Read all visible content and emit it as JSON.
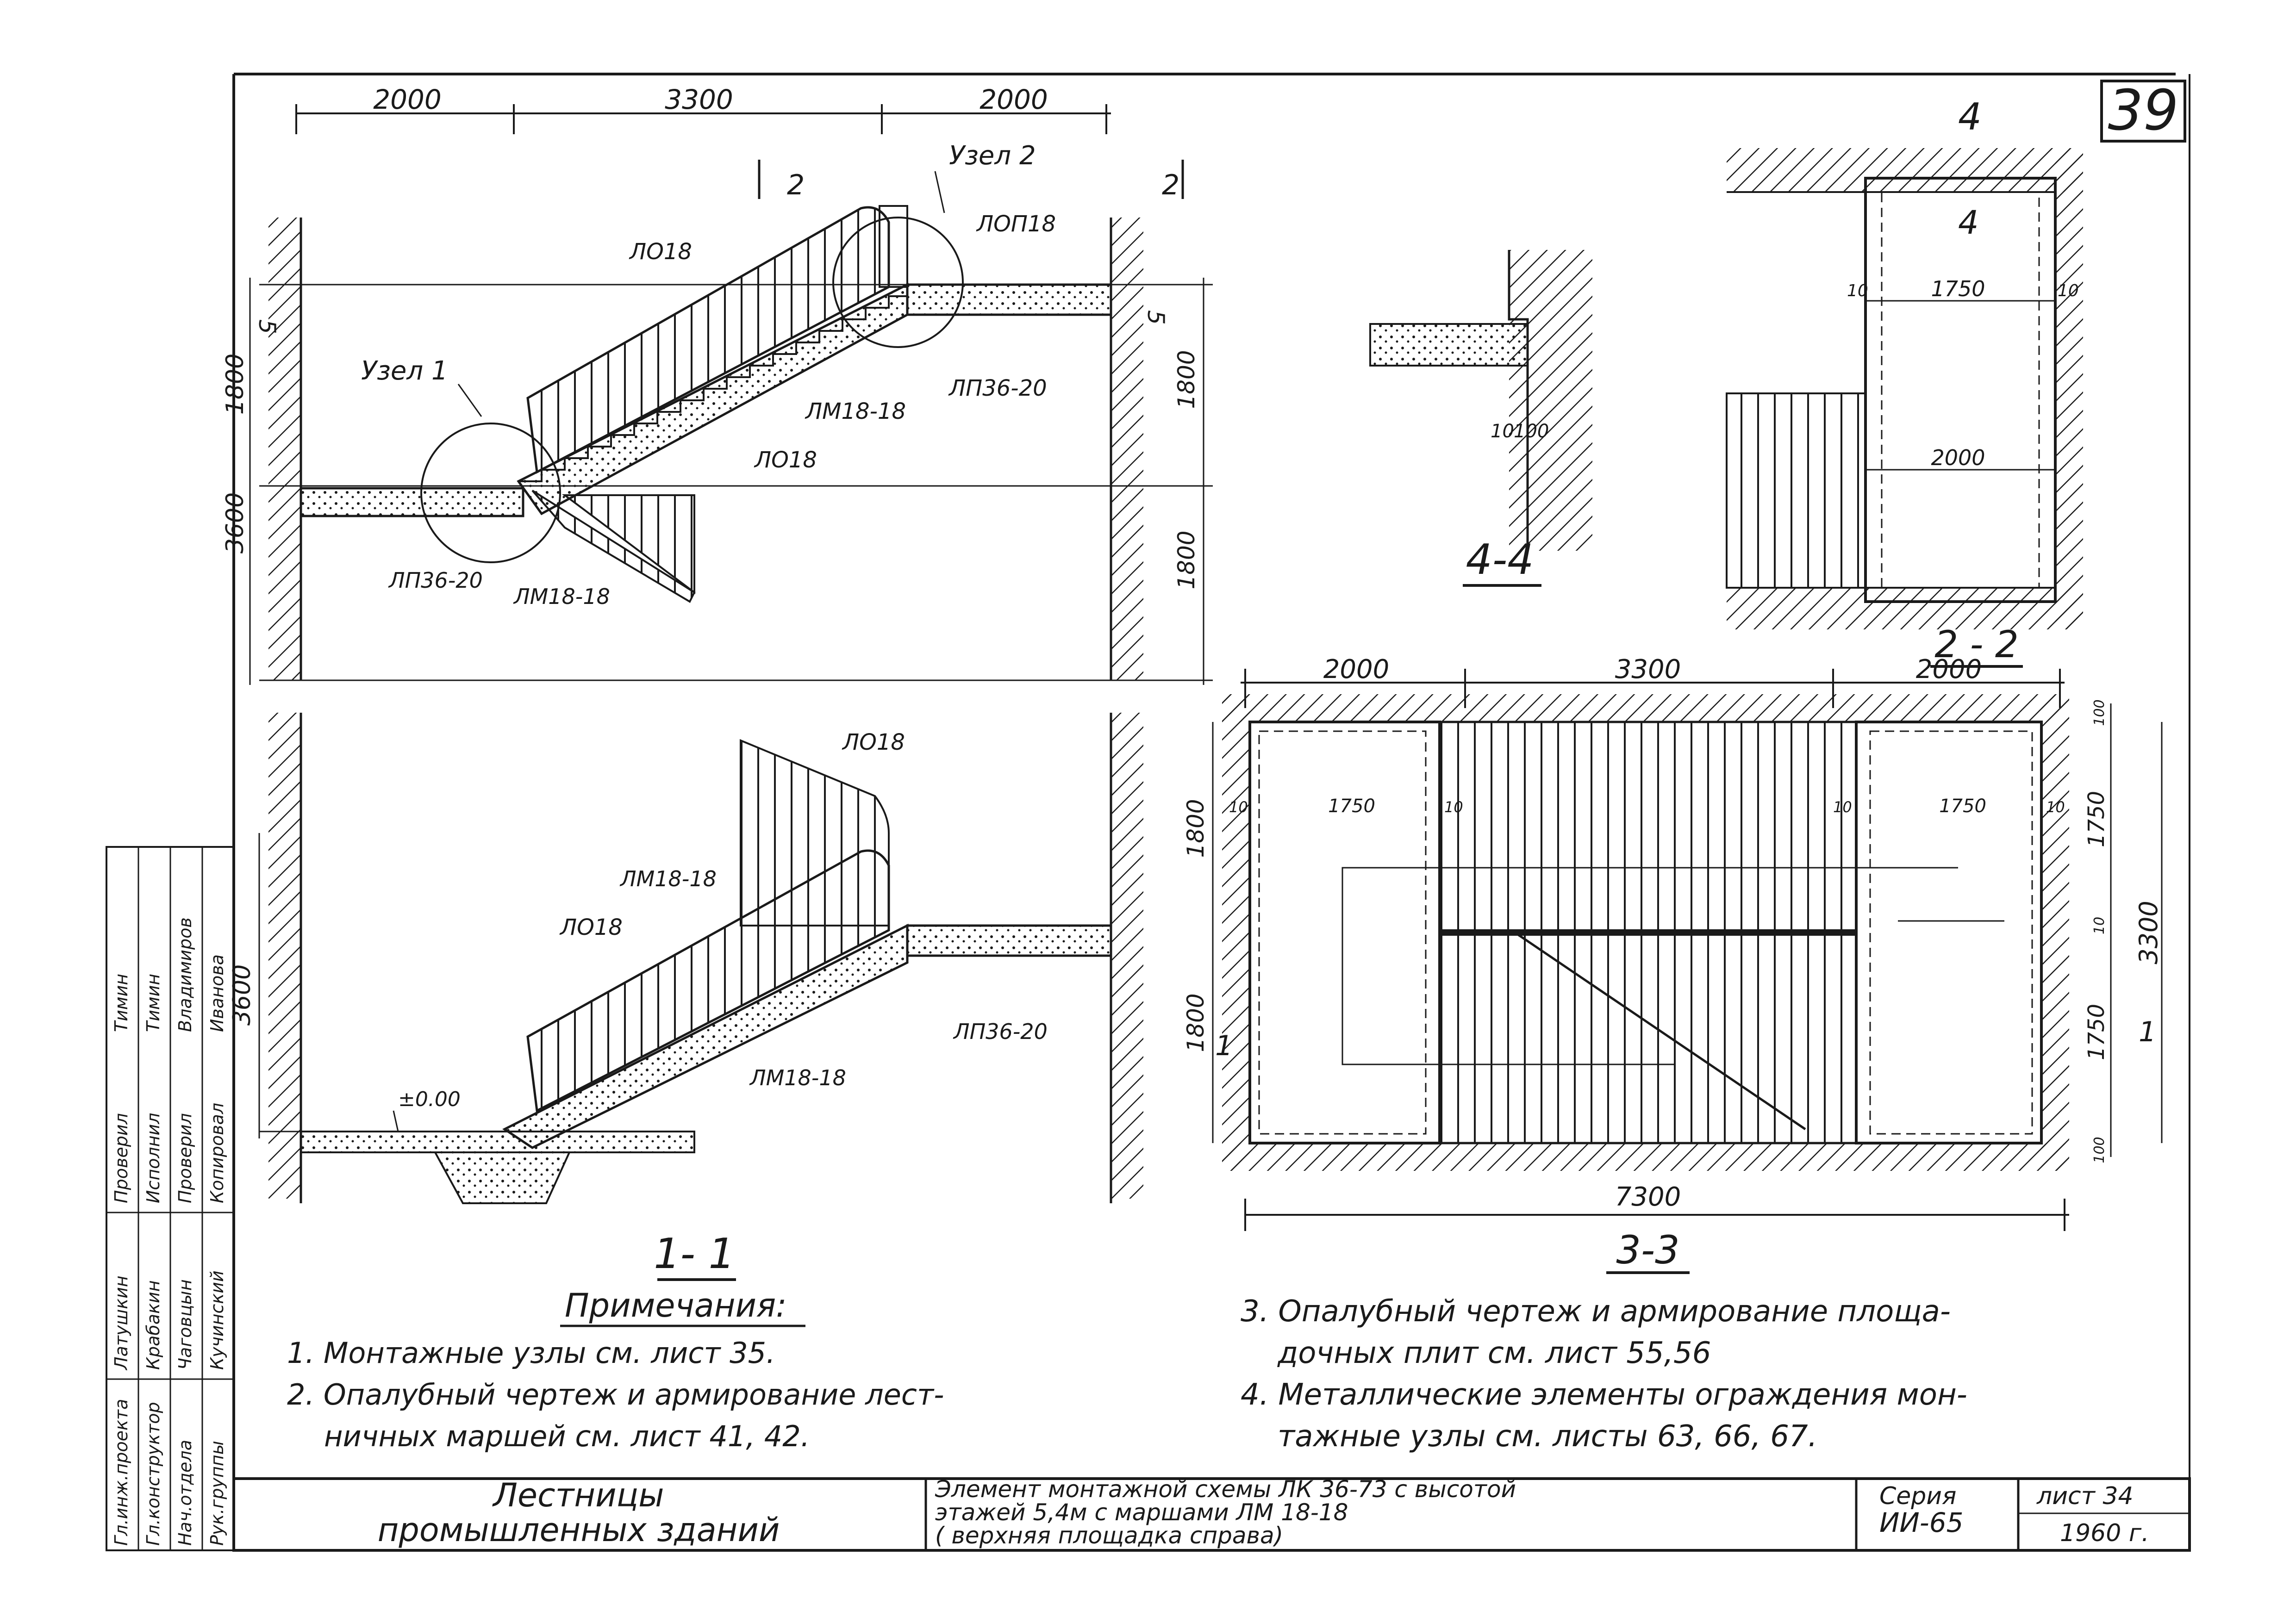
{
  "sheet": {
    "number": "39"
  },
  "section_1_1": {
    "title": "1- 1",
    "dims_top": [
      "2000",
      "3300",
      "2000"
    ],
    "section_mark": "2",
    "dims_left": [
      "1800",
      "3600"
    ],
    "dims_right": [
      "1800",
      "1800"
    ],
    "mark_5": "5",
    "node1": "Узел 1",
    "node2": "Узел 2",
    "labels": [
      "ЛО18",
      "ЛОП18",
      "ЛМ18-18",
      "ЛП36-20",
      "ЛО18",
      "ЛП36-20",
      "ЛМ18-18"
    ],
    "lower_labels": [
      "ЛО18",
      "ЛМ18-18",
      "ЛО18",
      "ЛП36-20",
      "ЛМ18-18"
    ],
    "lower_height": "3600",
    "zero_level": "±0.00"
  },
  "section_4_4": {
    "title": "4-4",
    "dims": [
      "10",
      "100"
    ]
  },
  "section_2_2": {
    "title": "2 - 2",
    "mark": "4",
    "dims": [
      "1750",
      "2000",
      "10",
      "10"
    ]
  },
  "plan_3_3": {
    "title": "3-3",
    "dims_top": [
      "2000",
      "3300",
      "2000"
    ],
    "dims_inner": [
      "1750",
      "1750"
    ],
    "small": [
      "10",
      "10",
      "10",
      "10"
    ],
    "dims_left": [
      "1800",
      "1800"
    ],
    "dims_right": [
      "100",
      "1750",
      "10",
      "1750",
      "100"
    ],
    "overall_right": "3300",
    "overall_bottom": "7300",
    "cut_mark": "1"
  },
  "notes": {
    "heading": "Примечания:",
    "items": [
      "1. Монтажные узлы  см. лист 35.",
      "2. Опалубный  чертеж и армирование лест-",
      "ничных маршей см. лист 41, 42.",
      "3. Опалубный  чертеж и армирование площа-",
      "дочных плит см. лист 55,56",
      "4. Металлические элементы ограждения мон-",
      "тажные узлы см. листы  63, 66, 67."
    ]
  },
  "stamp": {
    "title_1": "Лестницы",
    "title_2": "промышленных       зданий",
    "desc_1": "Элемент монтажной схемы ЛК 36-73 с высотой",
    "desc_2": "этажей 5,4м с маршами  ЛМ 18-18",
    "desc_3": "( верхняя  площадка справа)",
    "series_label": "Серия",
    "series_value": "ИИ-65",
    "sheet_label": "лист 34",
    "year": "1960 г.",
    "roles": [
      "Гл.инж.проекта",
      "Гл.конструктор",
      "Нач.отдела",
      "Рук.группы",
      "Проверил",
      "Исполнил",
      "Проверил",
      "Копировал"
    ],
    "names": [
      "Латушкин",
      "Крабакин",
      "Чаговцын",
      "Кучинский",
      "Тимин",
      "Тимин",
      "Владимиров",
      "Иванова"
    ]
  },
  "colors": {
    "ink": "#1a1a1a",
    "paper": "#ffffff"
  }
}
